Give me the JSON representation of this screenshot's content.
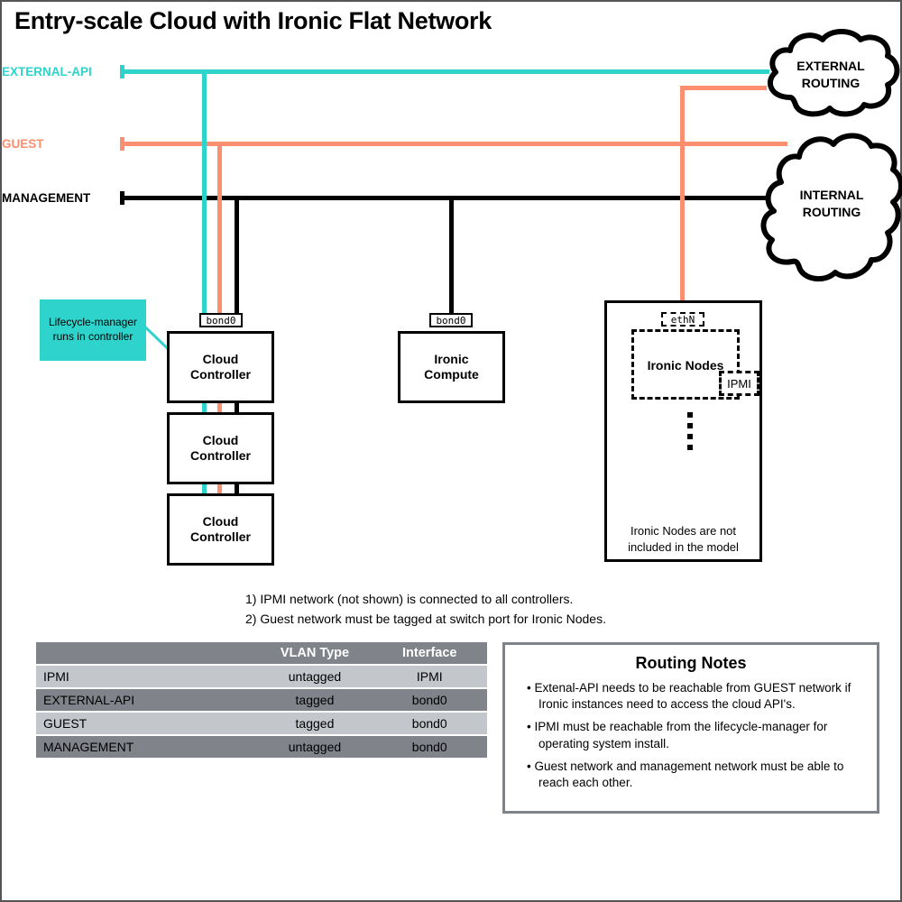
{
  "title": "Entry-scale Cloud with Ironic Flat Network",
  "colors": {
    "external_api": "#2ed3cb",
    "guest": "#fb8f6f",
    "management": "#000000",
    "table_dark": "#808389",
    "table_light": "#c3c6cb",
    "panel_border": "#808389"
  },
  "networks": [
    {
      "name": "EXTERNAL-API",
      "label": "EXTERNAL-API",
      "color": "#2ed3cb"
    },
    {
      "name": "GUEST",
      "label": "GUEST",
      "color": "#fb8f6f"
    },
    {
      "name": "MANAGEMENT",
      "label": "MANAGEMENT",
      "color": "#000000"
    }
  ],
  "clouds": [
    {
      "id": "external-routing",
      "line1": "EXTERNAL",
      "line2": "ROUTING"
    },
    {
      "id": "internal-routing",
      "line1": "INTERNAL",
      "line2": "ROUTING"
    }
  ],
  "callout": {
    "line1": "Lifecycle-manager",
    "line2": "runs in controller"
  },
  "nodes": {
    "controllers": [
      {
        "line1": "Cloud",
        "line2": "Controller"
      },
      {
        "line1": "Cloud",
        "line2": "Controller"
      },
      {
        "line1": "Cloud",
        "line2": "Controller"
      }
    ],
    "controller_iface": "bond0",
    "compute": {
      "line1": "Ironic",
      "line2": "Compute",
      "iface": "bond0"
    },
    "ironic": {
      "iface": "ethN",
      "label": "Ironic Nodes",
      "ipmi": "IPMI",
      "caption_line1": "Ironic Nodes are not",
      "caption_line2": "included in the model"
    }
  },
  "notes": [
    "1) IPMI network (not shown) is connected to all controllers.",
    "2) Guest network must be tagged at switch port for Ironic Nodes."
  ],
  "vlan_table": {
    "headers": [
      "",
      "VLAN Type",
      "Interface"
    ],
    "rows": [
      {
        "network": "IPMI",
        "vlan_type": "untagged",
        "interface": "IPMI"
      },
      {
        "network": "EXTERNAL-API",
        "vlan_type": "tagged",
        "interface": "bond0"
      },
      {
        "network": "GUEST",
        "vlan_type": "tagged",
        "interface": "bond0"
      },
      {
        "network": "MANAGEMENT",
        "vlan_type": "untagged",
        "interface": "bond0"
      }
    ]
  },
  "routing_notes": {
    "title": "Routing Notes",
    "items": [
      "Extenal-API needs to be reachable from GUEST network if Ironic instances need to access the cloud API's.",
      "IPMI must be reachable from the lifecycle-manager for operating system install.",
      "Guest network and management network must be able to reach each other."
    ]
  }
}
